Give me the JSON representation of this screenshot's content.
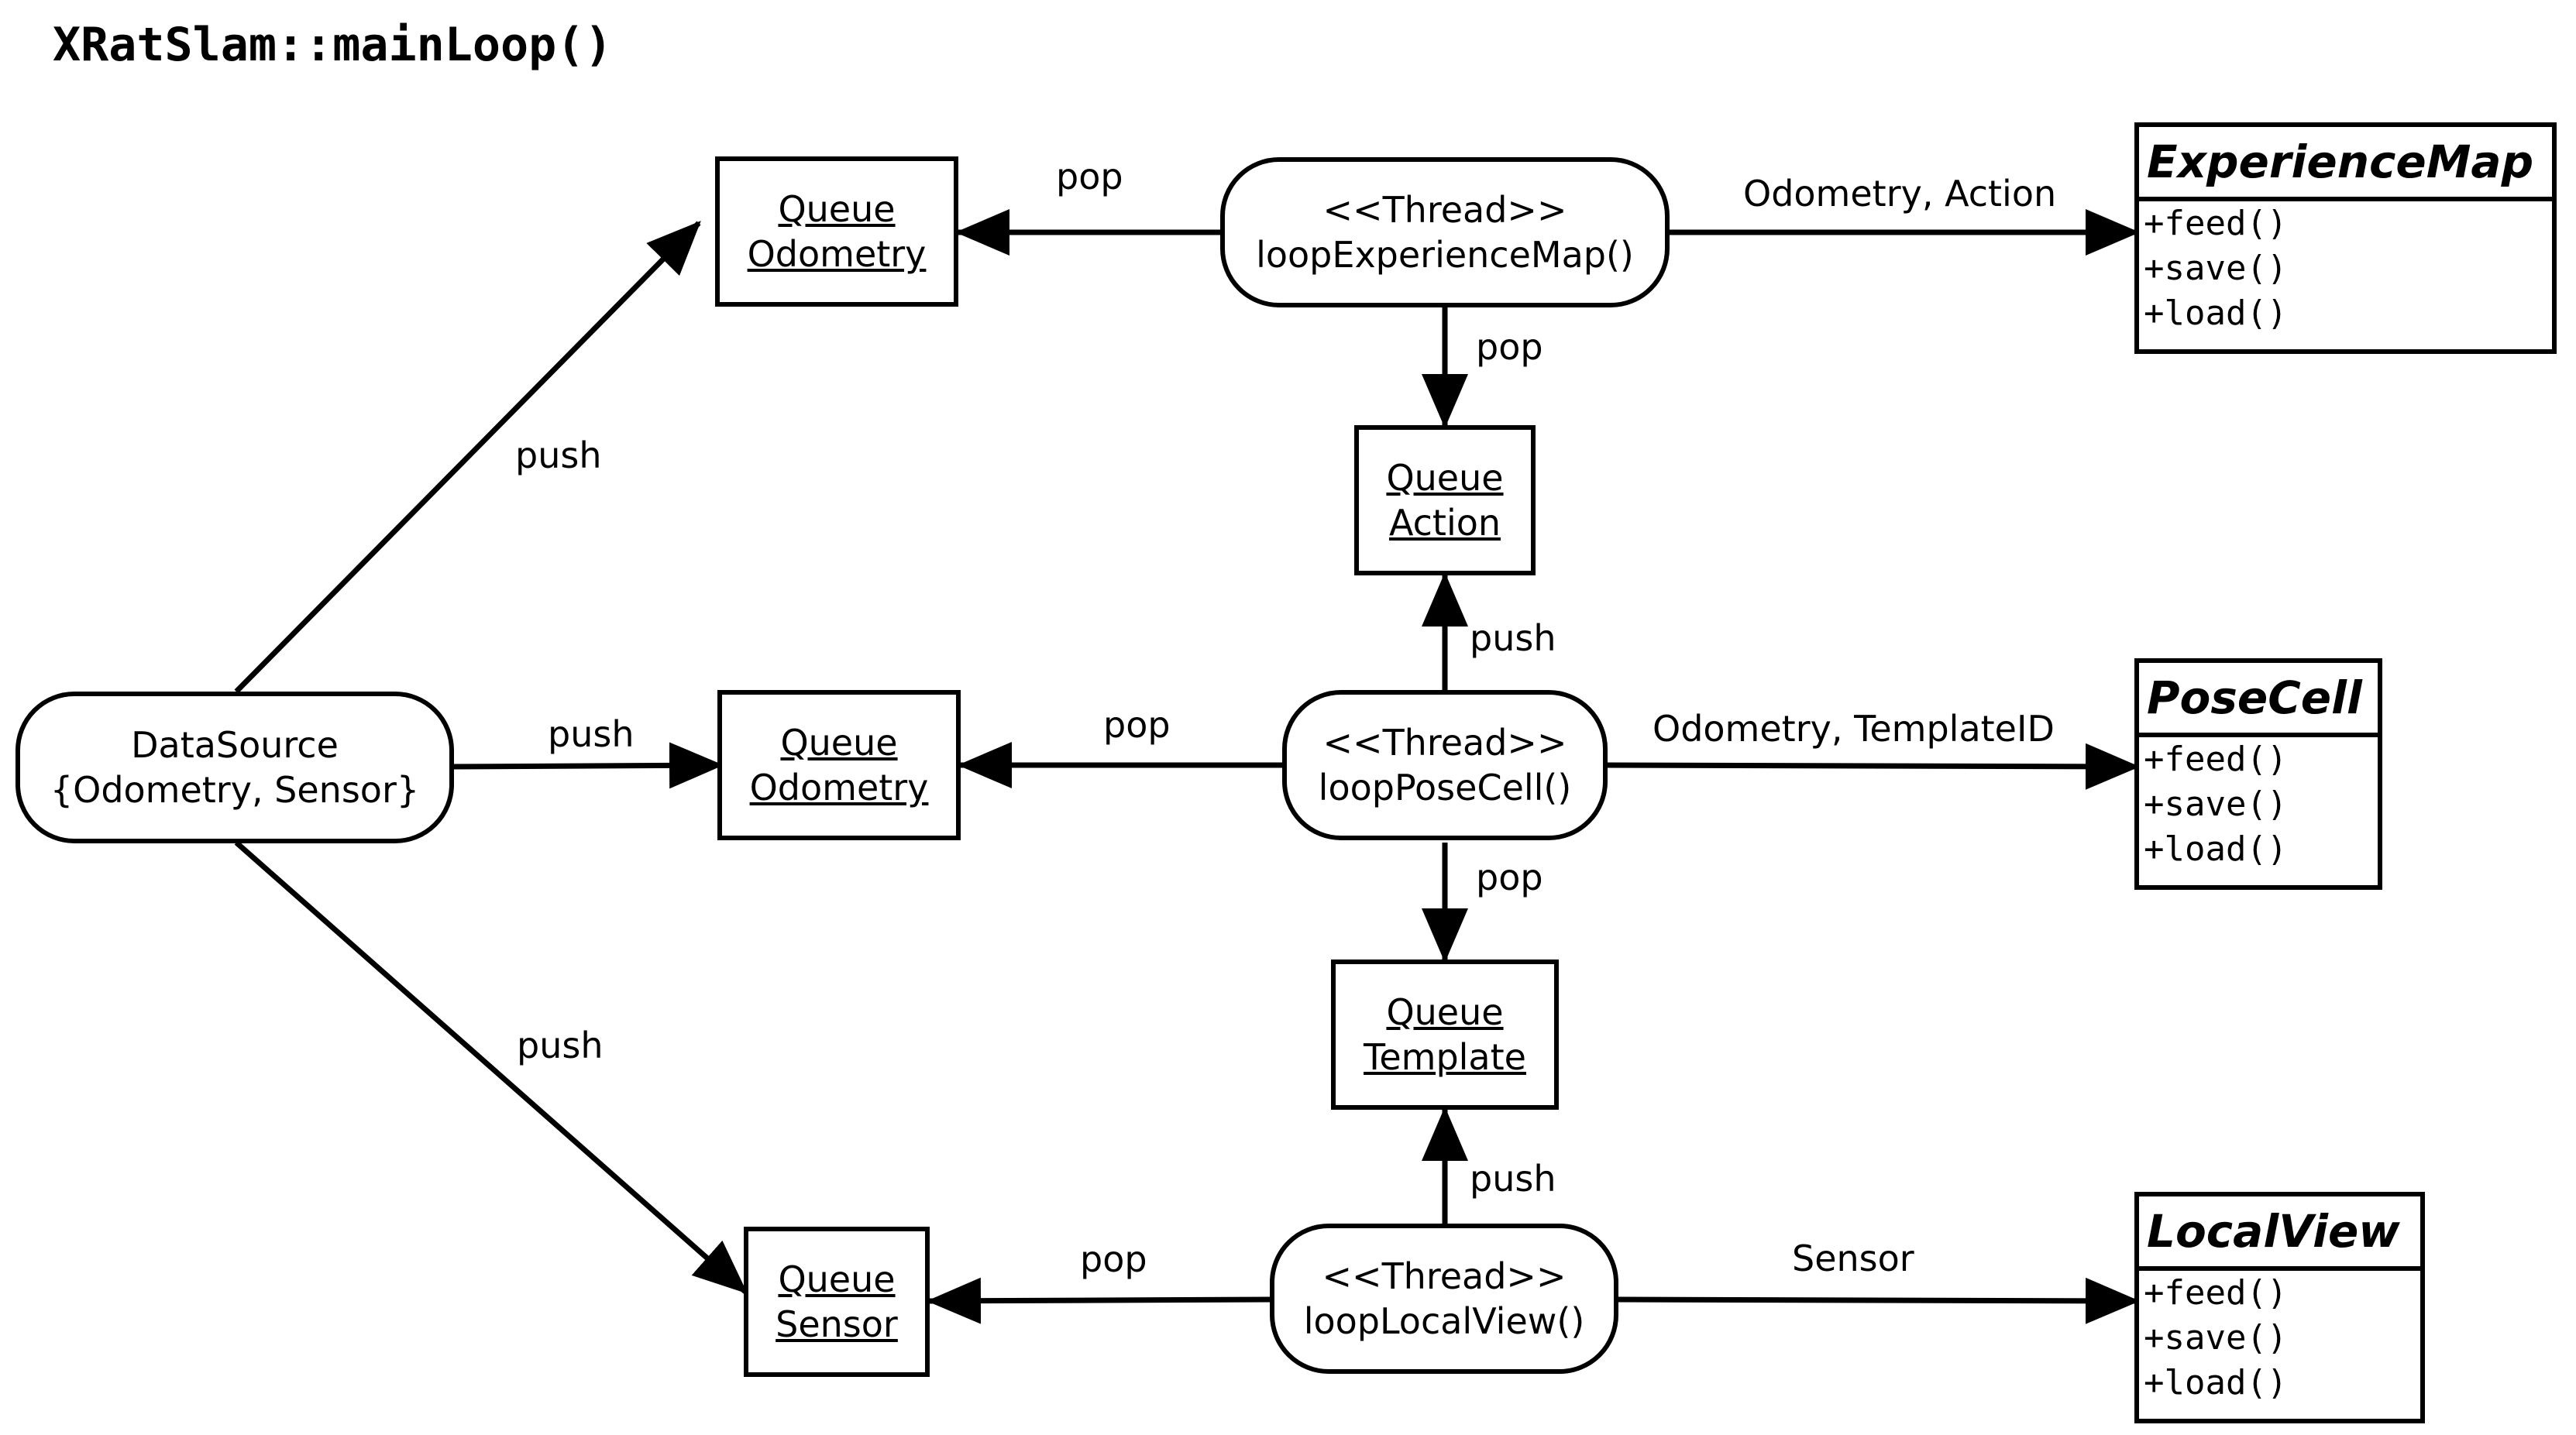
{
  "title": "XRatSlam::mainLoop()",
  "queues": {
    "odometry_top": [
      "Queue",
      "Odometry"
    ],
    "action": [
      "Queue",
      "Action"
    ],
    "odometry_mid": [
      "Queue",
      "Odometry"
    ],
    "template": [
      "Queue",
      "Template"
    ],
    "sensor": [
      "Queue",
      "Sensor"
    ]
  },
  "threads": {
    "experience_map": [
      "<<Thread>>",
      "loopExperienceMap()"
    ],
    "pose_cell": [
      "<<Thread>>",
      "loopPoseCell()"
    ],
    "local_view": [
      "<<Thread>>",
      "loopLocalView()"
    ]
  },
  "datasource": [
    "DataSource",
    "{Odometry, Sensor}"
  ],
  "classes": {
    "experience_map": {
      "name": "ExperienceMap",
      "methods": [
        "+feed()",
        "+save()",
        "+load()"
      ]
    },
    "pose_cell": {
      "name": "PoseCell",
      "methods": [
        "+feed()",
        "+save()",
        "+load()"
      ]
    },
    "local_view": {
      "name": "LocalView",
      "methods": [
        "+feed()",
        "+save()",
        "+load()"
      ]
    }
  },
  "edge_labels": {
    "push_top": "push",
    "push_mid": "push",
    "push_bottom": "push",
    "pop_top": "pop",
    "pop_mid": "pop",
    "pop_bottom": "pop",
    "pop_action": "pop",
    "push_action": "push",
    "pop_template": "pop",
    "push_template": "push",
    "to_experience_map": "Odometry, Action",
    "to_pose_cell": "Odometry, TemplateID",
    "to_local_view": "Sensor"
  }
}
